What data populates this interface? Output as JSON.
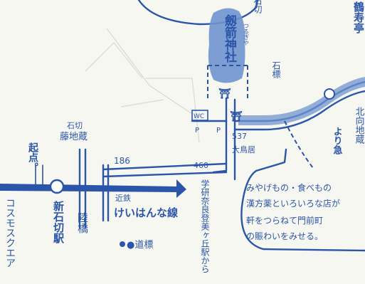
{
  "colors": {
    "ink": "#2b55a8",
    "fill": "#6f94cf",
    "paper": "#f7f7f2"
  },
  "shrine": {
    "sub": "石切",
    "name": "劔箭神社",
    "reading": "つるぎや"
  },
  "stone_sign_top": "石標",
  "stone_sign_left": {
    "sub": "石切",
    "name": "藤地蔵"
  },
  "road_186": "186",
  "road_537": "537",
  "road_460": "460",
  "ojima": "大鳥居",
  "start": "起点。",
  "station_shin": "新石切駅",
  "rikkyo": "陸橋",
  "kintetsu": "近鉄",
  "keihanna": "けいはんな線",
  "gakken": "学研奈良登美ヶ丘駅から",
  "legend_label": "●道標",
  "cosmo": "コスモスクエア",
  "hokou": "北向地蔵",
  "yoridome": "より急",
  "right_top": "鶴寿亭",
  "note_lines": [
    "みやげもの・食べもの",
    "漢方薬といろいろな店が",
    "軒をつらねて門前町",
    "の賑わいをみせる。"
  ],
  "wc_label": "WC",
  "p_label": "P",
  "torii_symbol": "⛩"
}
